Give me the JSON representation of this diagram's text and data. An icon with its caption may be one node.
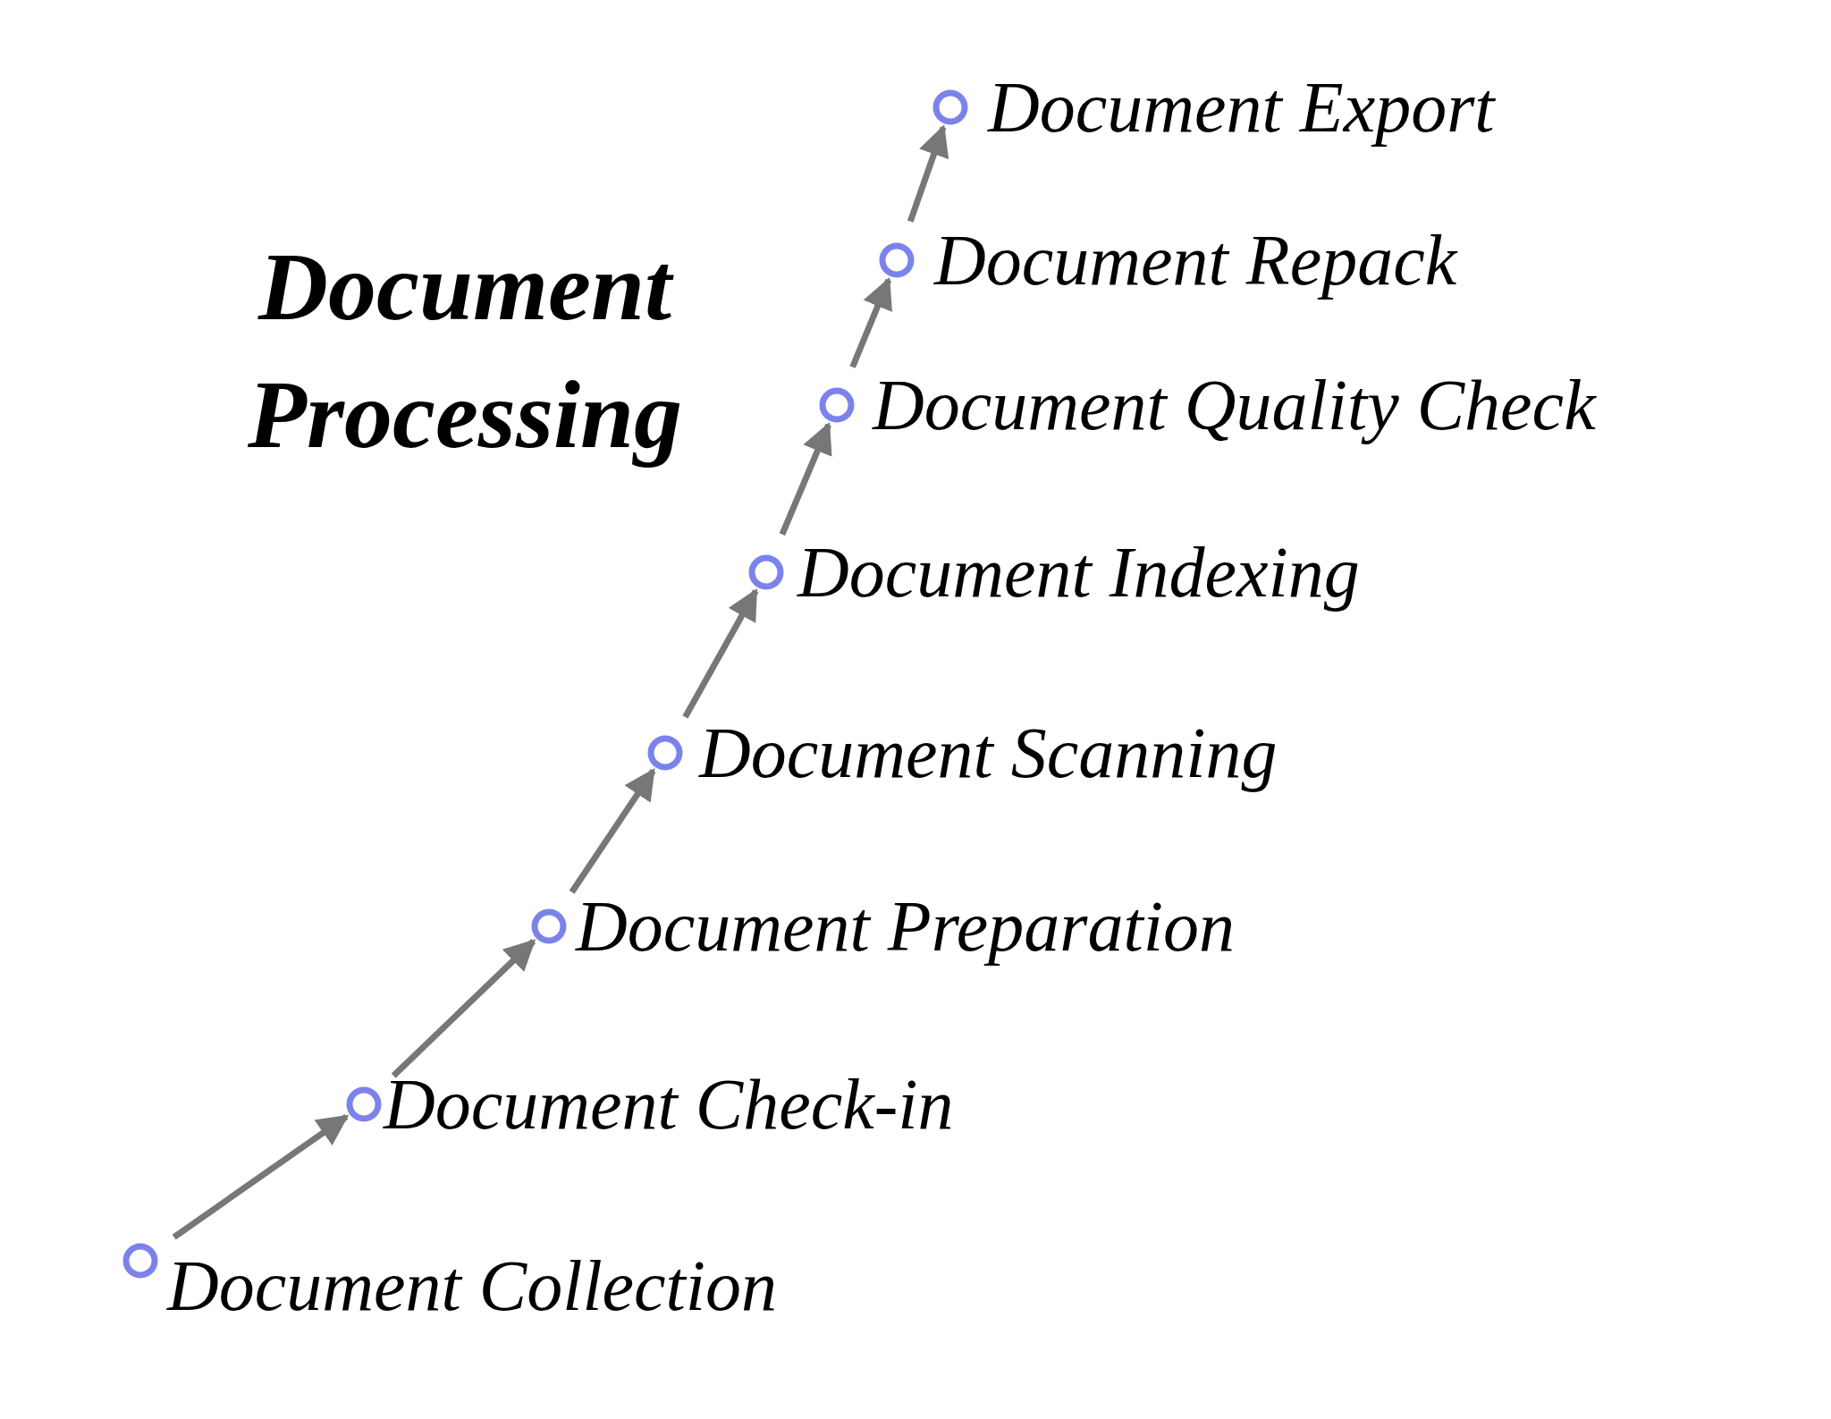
{
  "diagram": {
    "title": "Document Processing",
    "nodes": [
      {
        "text": [],
        "shape": "circle",
        "beside": [
          "Document Collection"
        ]
      },
      {
        "text": [],
        "shape": "circle",
        "beside": [
          "Document Check-in"
        ]
      },
      {
        "text": [],
        "shape": "circle",
        "beside": [
          "Document Preparation"
        ]
      },
      {
        "text": [],
        "shape": "circle",
        "beside": [
          "Document Scanning"
        ]
      },
      {
        "text": [],
        "shape": "circle",
        "beside": [
          "Document Indexing"
        ]
      },
      {
        "text": [],
        "shape": "circle",
        "beside": [
          "Document Quality Check"
        ]
      },
      {
        "text": [],
        "shape": "circle",
        "beside": [
          "Document Repack"
        ]
      },
      {
        "text": [],
        "shape": "circle",
        "beside": [
          "Document Export"
        ]
      }
    ],
    "edges": [
      {
        "from": 0,
        "to": 1,
        "arrow": "to"
      },
      {
        "from": 1,
        "to": 2,
        "arrow": "to"
      },
      {
        "from": 2,
        "to": 3,
        "arrow": "to"
      },
      {
        "from": 3,
        "to": 4,
        "arrow": "to"
      },
      {
        "from": 4,
        "to": 5,
        "arrow": "to"
      },
      {
        "from": 5,
        "to": 6,
        "arrow": "to"
      },
      {
        "from": 6,
        "to": 7,
        "arrow": "to"
      }
    ]
  }
}
